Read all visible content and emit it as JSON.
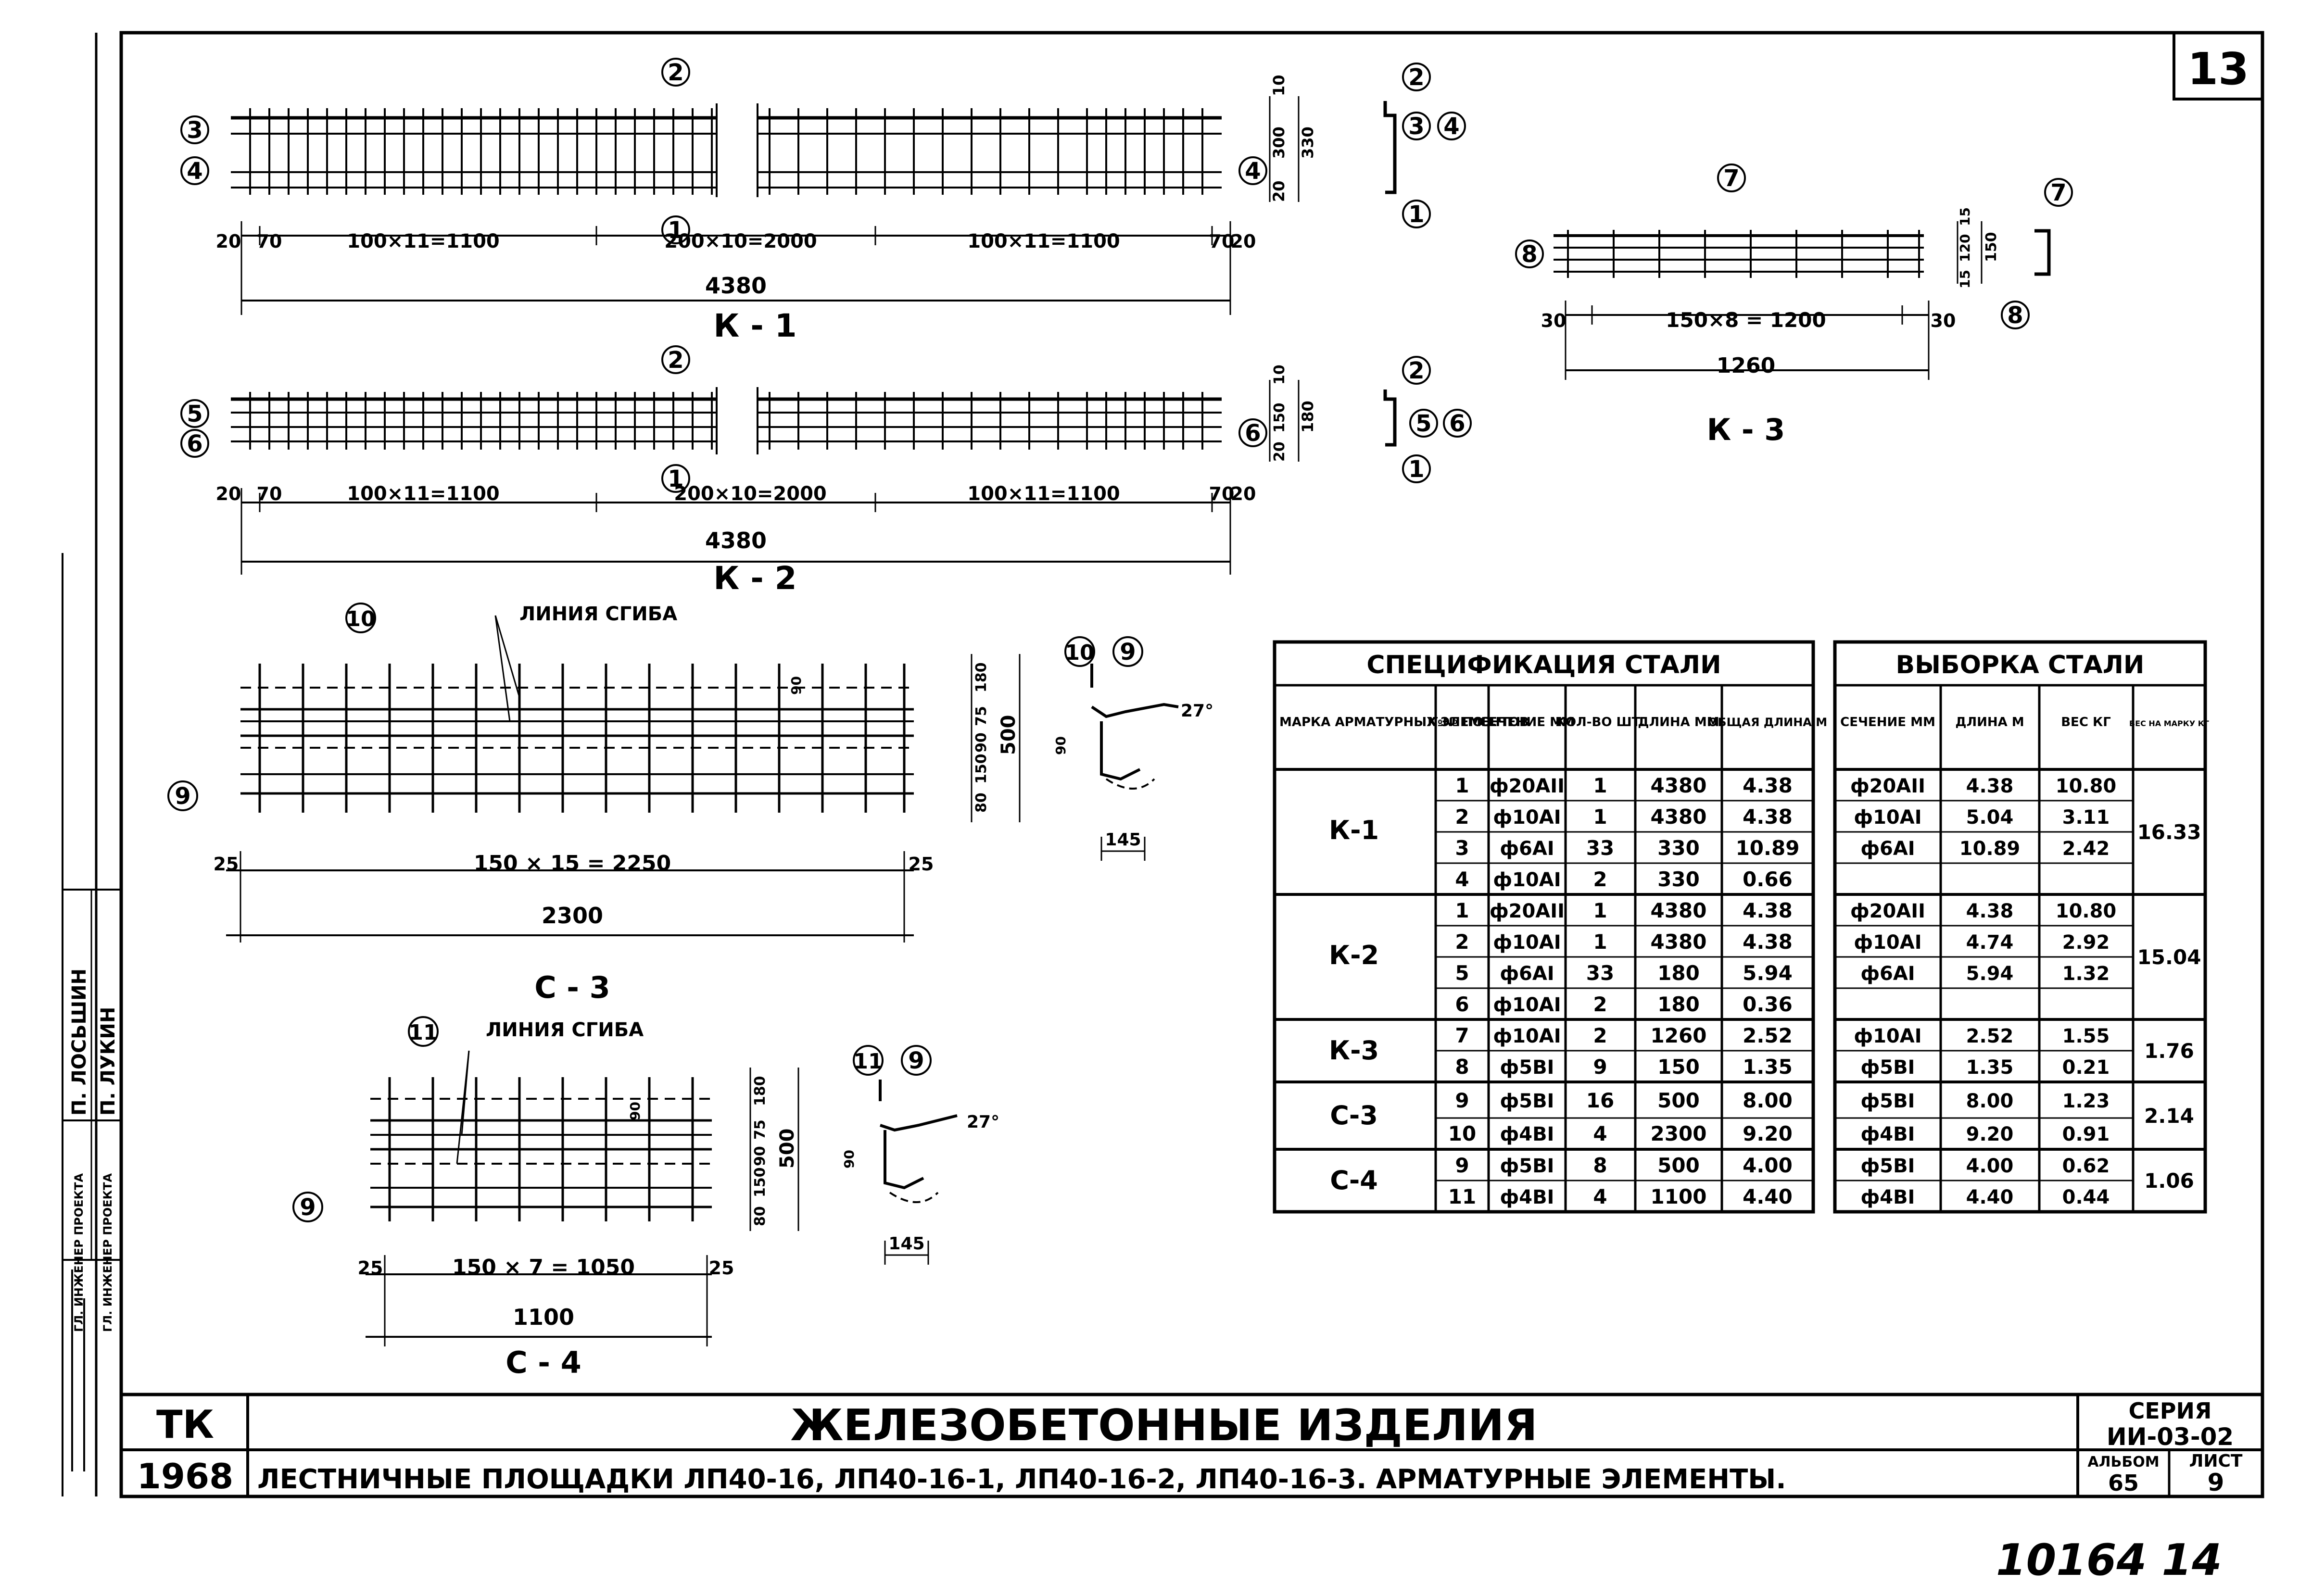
{
  "sheet": {
    "number": "13",
    "handwritten_bottom": "10164 14"
  },
  "title_block": {
    "org": "ТК",
    "year": "1968",
    "title": "ЖЕЛЕЗОБЕТОННЫЕ ИЗДЕЛИЯ",
    "subtitle": "ЛЕСТНИЧНЫЕ ПЛОЩАДКИ ЛП40-16, ЛП40-16-1, ЛП40-16-2, ЛП40-16-3. АРМАТУРНЫЕ ЭЛЕМЕНТЫ.",
    "series_label": "СЕРИЯ",
    "series_value": "ИИ-03-02",
    "album_label": "АЛЬБОМ",
    "album_value": "65",
    "list_label": "ЛИСТ",
    "list_value": "9"
  },
  "side_stamp": {
    "role1": "ГЛ. ИНЖЕНЕР ПРОЕКТА",
    "role2": "ГЛ. ИНЖЕНЕР ПРОЕКТА",
    "name1": "П. ЛОСЬШИН",
    "name2": "П. ЛУКИН"
  },
  "drawings": {
    "k1": {
      "name": "К - 1",
      "dims": [
        "20",
        "70",
        "100×11=1100",
        "200×10=2000",
        "100×11=1100",
        "70",
        "20"
      ],
      "total": "4380",
      "height_dims": [
        "10",
        "300",
        "20",
        "330"
      ],
      "marks": [
        "2",
        "3",
        "4",
        "1",
        "4"
      ],
      "section_marks": [
        "2",
        "3",
        "4",
        "1"
      ]
    },
    "k2": {
      "name": "К - 2",
      "dims": [
        "20",
        "70",
        "100×11=1100",
        "200×10=2000",
        "100×11=1100",
        "70",
        "20"
      ],
      "total": "4380",
      "height_dims": [
        "10",
        "150",
        "20",
        "180"
      ],
      "marks": [
        "2",
        "5",
        "6",
        "1",
        "6"
      ],
      "section_marks": [
        "2",
        "5",
        "6",
        "1"
      ]
    },
    "k3": {
      "name": "К - 3",
      "dims": [
        "30",
        "150×8 = 1200",
        "30"
      ],
      "total": "1260",
      "height_dims": [
        "15",
        "120",
        "15",
        "150"
      ],
      "marks": [
        "7",
        "8"
      ],
      "section_marks": [
        "7",
        "8"
      ]
    },
    "c3": {
      "name": "С - 3",
      "fold_label": "ЛИНИЯ СГИБА",
      "dims": [
        "25",
        "150 × 15 = 2250",
        "25"
      ],
      "total": "2300",
      "height_dims": [
        "80",
        "150",
        "90",
        "75",
        "180",
        "500",
        "90"
      ],
      "angle": "27°",
      "offset": "145",
      "marks": [
        "10",
        "9"
      ],
      "section_marks": [
        "10",
        "9"
      ]
    },
    "c4": {
      "name": "С - 4",
      "fold_label": "ЛИНИЯ СГИБА",
      "dims": [
        "25",
        "150 × 7 = 1050",
        "25"
      ],
      "total": "1100",
      "height_dims": [
        "80",
        "150",
        "90",
        "75",
        "180",
        "500",
        "90"
      ],
      "angle": "27°",
      "offset": "145",
      "marks": [
        "11",
        "9"
      ],
      "section_marks": [
        "11",
        "9"
      ]
    }
  },
  "spec_table": {
    "title": "СПЕЦИФИКАЦИЯ СТАЛИ",
    "headers": [
      "МАРКА АРМАТУРНЫХ ЭЛЕМЕНТОВ",
      "№№ ПОЗ.",
      "СЕЧЕНИЕ ММ",
      "КОЛ-ВО ШТ.",
      "ДЛИНА ММ",
      "ОБЩАЯ ДЛИНА М"
    ],
    "groups": [
      {
        "mark": "К-1",
        "rows": [
          [
            "1",
            "ф20АII",
            "1",
            "4380",
            "4.38"
          ],
          [
            "2",
            "ф10АI",
            "1",
            "4380",
            "4.38"
          ],
          [
            "3",
            "ф6АI",
            "33",
            "330",
            "10.89"
          ],
          [
            "4",
            "ф10АI",
            "2",
            "330",
            "0.66"
          ]
        ]
      },
      {
        "mark": "К-2",
        "rows": [
          [
            "1",
            "ф20АII",
            "1",
            "4380",
            "4.38"
          ],
          [
            "2",
            "ф10АI",
            "1",
            "4380",
            "4.38"
          ],
          [
            "5",
            "ф6АI",
            "33",
            "180",
            "5.94"
          ],
          [
            "6",
            "ф10АI",
            "2",
            "180",
            "0.36"
          ]
        ]
      },
      {
        "mark": "К-3",
        "rows": [
          [
            "7",
            "ф10АI",
            "2",
            "1260",
            "2.52"
          ],
          [
            "8",
            "ф5ВI",
            "9",
            "150",
            "1.35"
          ]
        ]
      },
      {
        "mark": "С-3",
        "rows": [
          [
            "9",
            "ф5ВI",
            "16",
            "500",
            "8.00"
          ],
          [
            "10",
            "ф4ВI",
            "4",
            "2300",
            "9.20"
          ]
        ]
      },
      {
        "mark": "С-4",
        "rows": [
          [
            "9",
            "ф5ВI",
            "8",
            "500",
            "4.00"
          ],
          [
            "11",
            "ф4ВI",
            "4",
            "1100",
            "4.40"
          ]
        ]
      }
    ]
  },
  "steel_table": {
    "title": "ВЫБОРКА СТАЛИ",
    "headers": [
      "СЕЧЕНИЕ ММ",
      "ДЛИНА М",
      "ВЕС КГ",
      "ВЕС НА МАРКУ КГ"
    ],
    "groups": [
      {
        "total": "16.33",
        "rows": [
          [
            "ф20АII",
            "4.38",
            "10.80"
          ],
          [
            "ф10АI",
            "5.04",
            "3.11"
          ],
          [
            "ф6АI",
            "10.89",
            "2.42"
          ]
        ]
      },
      {
        "total": "15.04",
        "rows": [
          [
            "ф20АII",
            "4.38",
            "10.80"
          ],
          [
            "ф10АI",
            "4.74",
            "2.92"
          ],
          [
            "ф6АI",
            "5.94",
            "1.32"
          ]
        ]
      },
      {
        "total": "1.76",
        "rows": [
          [
            "ф10АI",
            "2.52",
            "1.55"
          ],
          [
            "ф5ВI",
            "1.35",
            "0.21"
          ]
        ]
      },
      {
        "total": "2.14",
        "rows": [
          [
            "ф5ВI",
            "8.00",
            "1.23"
          ],
          [
            "ф4ВI",
            "9.20",
            "0.91"
          ]
        ]
      },
      {
        "total": "1.06",
        "rows": [
          [
            "ф5ВI",
            "4.00",
            "0.62"
          ],
          [
            "ф4ВI",
            "4.40",
            "0.44"
          ]
        ]
      }
    ]
  }
}
